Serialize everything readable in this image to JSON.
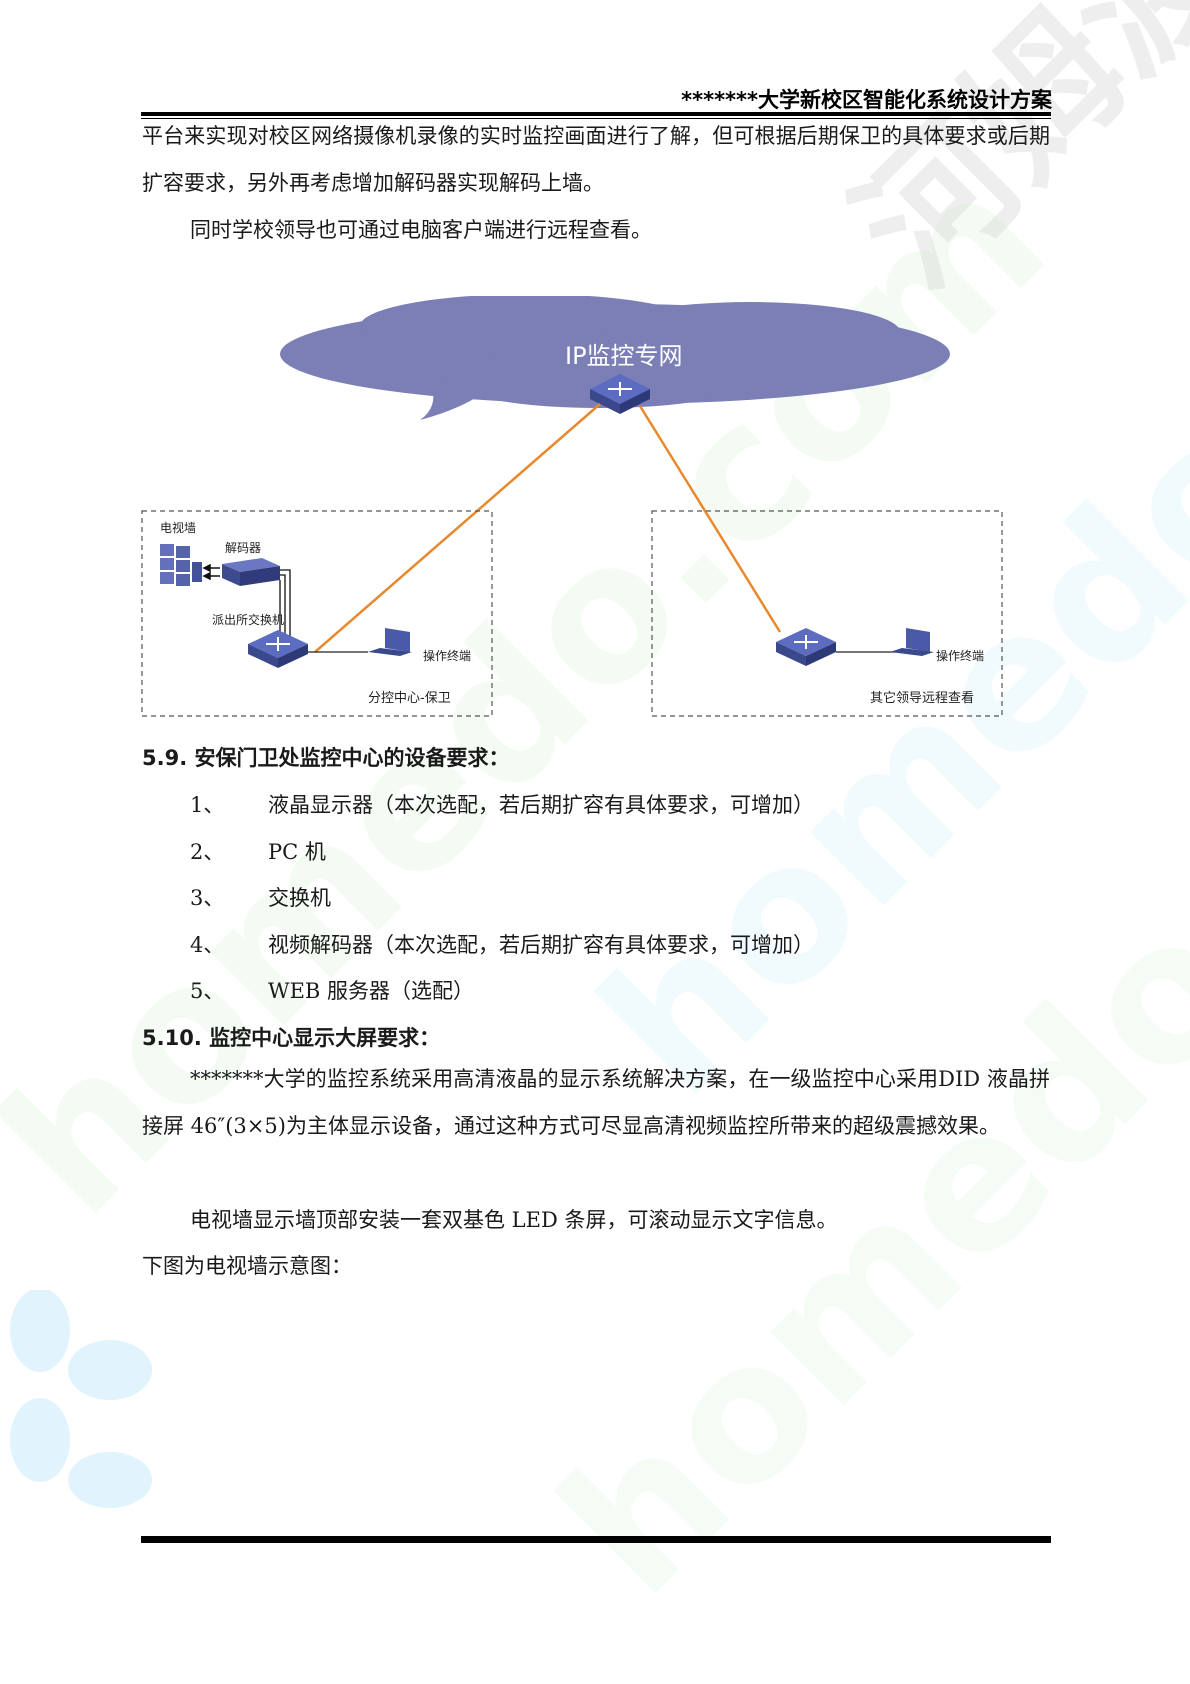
{
  "header": {
    "title": "*******大学新校区智能化系统设计方案"
  },
  "intro": {
    "para1": "平台来实现对校区网络摄像机录像的实时监控画面进行了解，但可根据后期保卫的具体要求或后期扩容要求，另外再考虑增加解码器实现解码上墙。",
    "para2": "同时学校领导也可通过电脑客户端进行远程查看。"
  },
  "diagram": {
    "cloud_label": "IP监控专网",
    "tv_wall_label": "电视墙",
    "decoder_label": "解码器",
    "switch_label": "派出所交换机",
    "terminal_left_label": "操作终端",
    "terminal_right_label": "操作终端",
    "left_box_label": "分控中心-保卫",
    "right_box_label": "其它领导远程查看",
    "link_color": "#e8892e",
    "cloud_color": "#7b7fb5",
    "device_color": "#4a5aa8"
  },
  "section_5_9": {
    "heading": "5.9.  安保门卫处监控中心的设备要求：",
    "items": [
      {
        "num": "1、",
        "text": "液晶显示器（本次选配，若后期扩容有具体要求，可增加）"
      },
      {
        "num": "2、",
        "text": "PC 机"
      },
      {
        "num": "3、",
        "text": "交换机"
      },
      {
        "num": "4、",
        "text": "视频解码器（本次选配，若后期扩容有具体要求，可增加）"
      },
      {
        "num": "5、",
        "text": "WEB 服务器（选配）"
      }
    ]
  },
  "section_5_10": {
    "heading": "5.10.  监控中心显示大屏要求：",
    "para1": "*******大学的监控系统采用高清液晶的显示系统解决方案，在一级监控中心采用DID 液晶拼接屏 46″(3×5)为主体显示设备，通过这种方式可尽显高清视频监控所带来的超级震撼效果。",
    "para2": "电视墙显示墙顶部安装一套双基色 LED 条屏，可滚动显示文字信息。",
    "para3": "下图为电视墙示意图："
  },
  "watermark": {
    "cn": "河姆渡",
    "en": "homedo.com"
  }
}
